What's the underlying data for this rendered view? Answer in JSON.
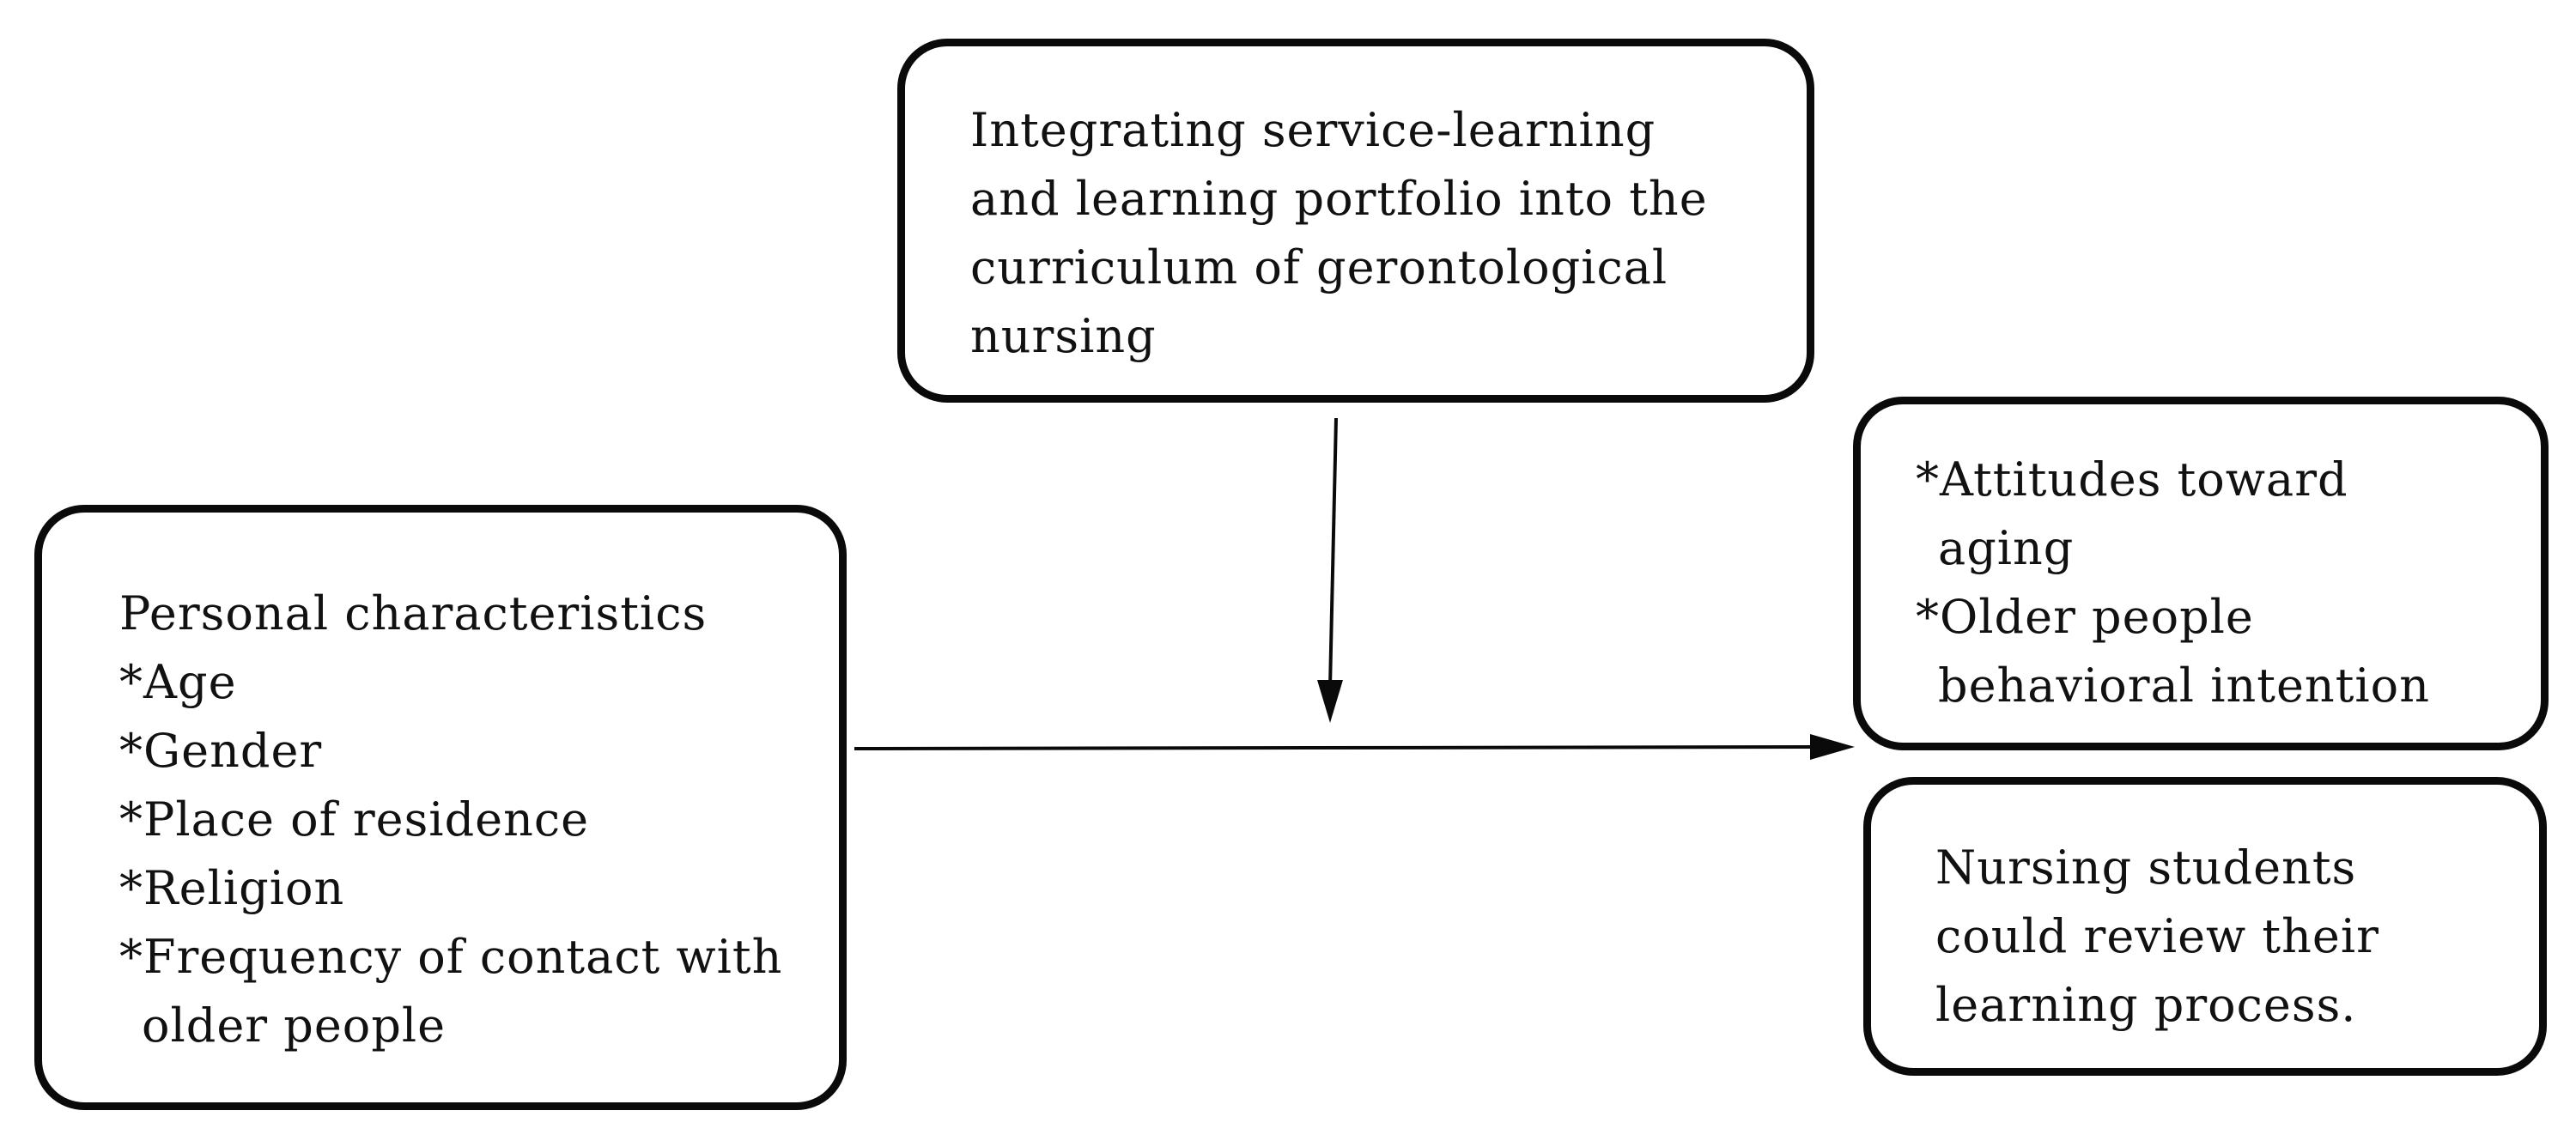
{
  "diagram": {
    "intervention": {
      "lines": [
        "Integrating service-learning",
        "and learning portfolio into the",
        "curriculum of gerontological",
        "nursing"
      ]
    },
    "personal": {
      "title": "Personal characteristics",
      "items": [
        "*Age",
        "*Gender",
        "*Place of residence",
        "*Religion",
        "*Frequency of contact with",
        "older people"
      ]
    },
    "outcomes": {
      "lines": [
        "*Attitudes toward",
        "aging",
        "*Older people",
        "behavioral intention"
      ]
    },
    "review": {
      "lines": [
        "Nursing students",
        "could review their",
        "learning process."
      ]
    }
  }
}
